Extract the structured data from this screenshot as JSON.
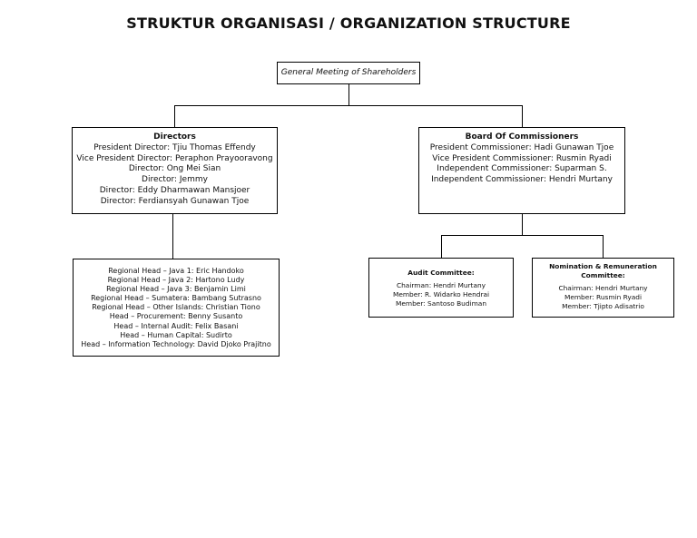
{
  "title": "STRUKTUR ORGANISASI / ORGANIZATION STRUCTURE",
  "gms": "General Meeting of Shareholders",
  "directors": {
    "header": "Directors",
    "lines": [
      "President Director: Tjiu Thomas Effendy",
      "Vice President Director: Peraphon Prayooravong",
      "Director: Ong Mei Sian",
      "Director: Jemmy",
      "Director: Eddy Dharmawan Mansjoer",
      "Director: Ferdiansyah Gunawan Tjoe"
    ]
  },
  "commissioners": {
    "header": "Board Of Commissioners",
    "lines": [
      "President Commissioner: Hadi Gunawan Tjoe",
      "Vice President Commissioner: Rusmin Ryadi",
      "Independent Commissioner: Suparman S.",
      "Independent Commissioner: Hendri Murtany"
    ]
  },
  "regional": {
    "lines": [
      "Regional Head – Java 1: Eric Handoko",
      "Regional Head – Java 2: Hartono Ludy",
      "Regional Head – Java 3: Benjamin Limi",
      "Regional Head – Sumatera: Bambang Sutrasno",
      "Regional Head – Other Islands: Christian Tiono",
      "Head – Procurement: Benny Susanto",
      "Head – Internal Audit: Felix Basani",
      "Head – Human Capital: Sudirto",
      "Head – Information Technology: David Djoko Prajitno"
    ]
  },
  "audit": {
    "header": "Audit Committee:",
    "lines": [
      "Chairman: Hendri Murtany",
      "Member: R. Widarko Hendrai",
      "Member: Santoso Budiman"
    ]
  },
  "nomination": {
    "header_line1": "Nomination & Remuneration",
    "header_line2": "Committee:",
    "lines": [
      "Chairman: Hendri Murtany",
      "Member: Rusmin Ryadi",
      "Member: Tjipto Adisatrio"
    ]
  }
}
